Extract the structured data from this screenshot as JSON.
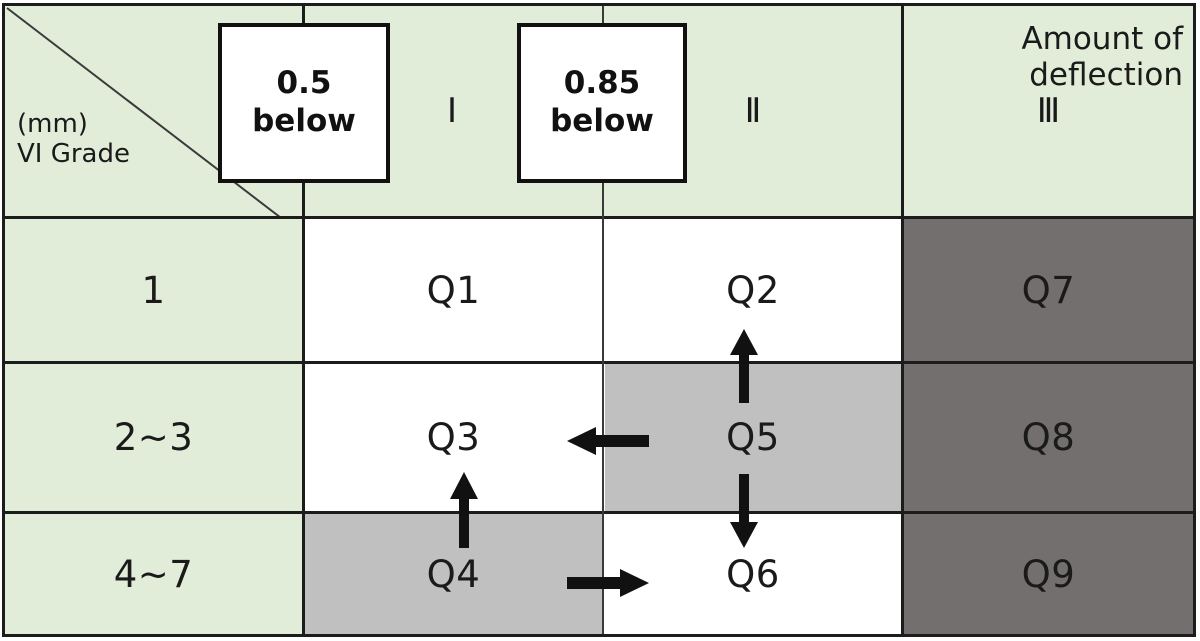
{
  "table": {
    "corner": {
      "column_heading": "Amount of deflection",
      "row_heading_line1": "(mm)",
      "row_heading_line2": "VI Grade"
    },
    "column_headers": [
      "Ⅰ",
      "Ⅱ",
      "Ⅲ"
    ],
    "row_headers": [
      "1",
      "2~3",
      "4~7"
    ],
    "cells": [
      [
        "Q1",
        "Q2",
        "Q7"
      ],
      [
        "Q3",
        "Q5",
        "Q8"
      ],
      [
        "Q4",
        "Q6",
        "Q9"
      ]
    ],
    "callouts": [
      {
        "value": "0.5",
        "qualifier": "below"
      },
      {
        "value": "0.85",
        "qualifier": "below"
      }
    ],
    "colors": {
      "header_green": "#E2EDD9",
      "cell_white": "#FFFFFF",
      "cell_light_gray": "#C0C0C0",
      "cell_dark_gray": "#736F6F",
      "border": "#1C1C1C",
      "text": "#1A1A1A"
    },
    "arrows": [
      {
        "name": "arrow-q5-up-to-q2",
        "direction": "up"
      },
      {
        "name": "arrow-q5-left-to-q3",
        "direction": "left"
      },
      {
        "name": "arrow-q5-down-to-q6",
        "direction": "down"
      },
      {
        "name": "arrow-q4-up-to-q3",
        "direction": "up"
      },
      {
        "name": "arrow-q4-right-to-q6",
        "direction": "right"
      }
    ]
  }
}
